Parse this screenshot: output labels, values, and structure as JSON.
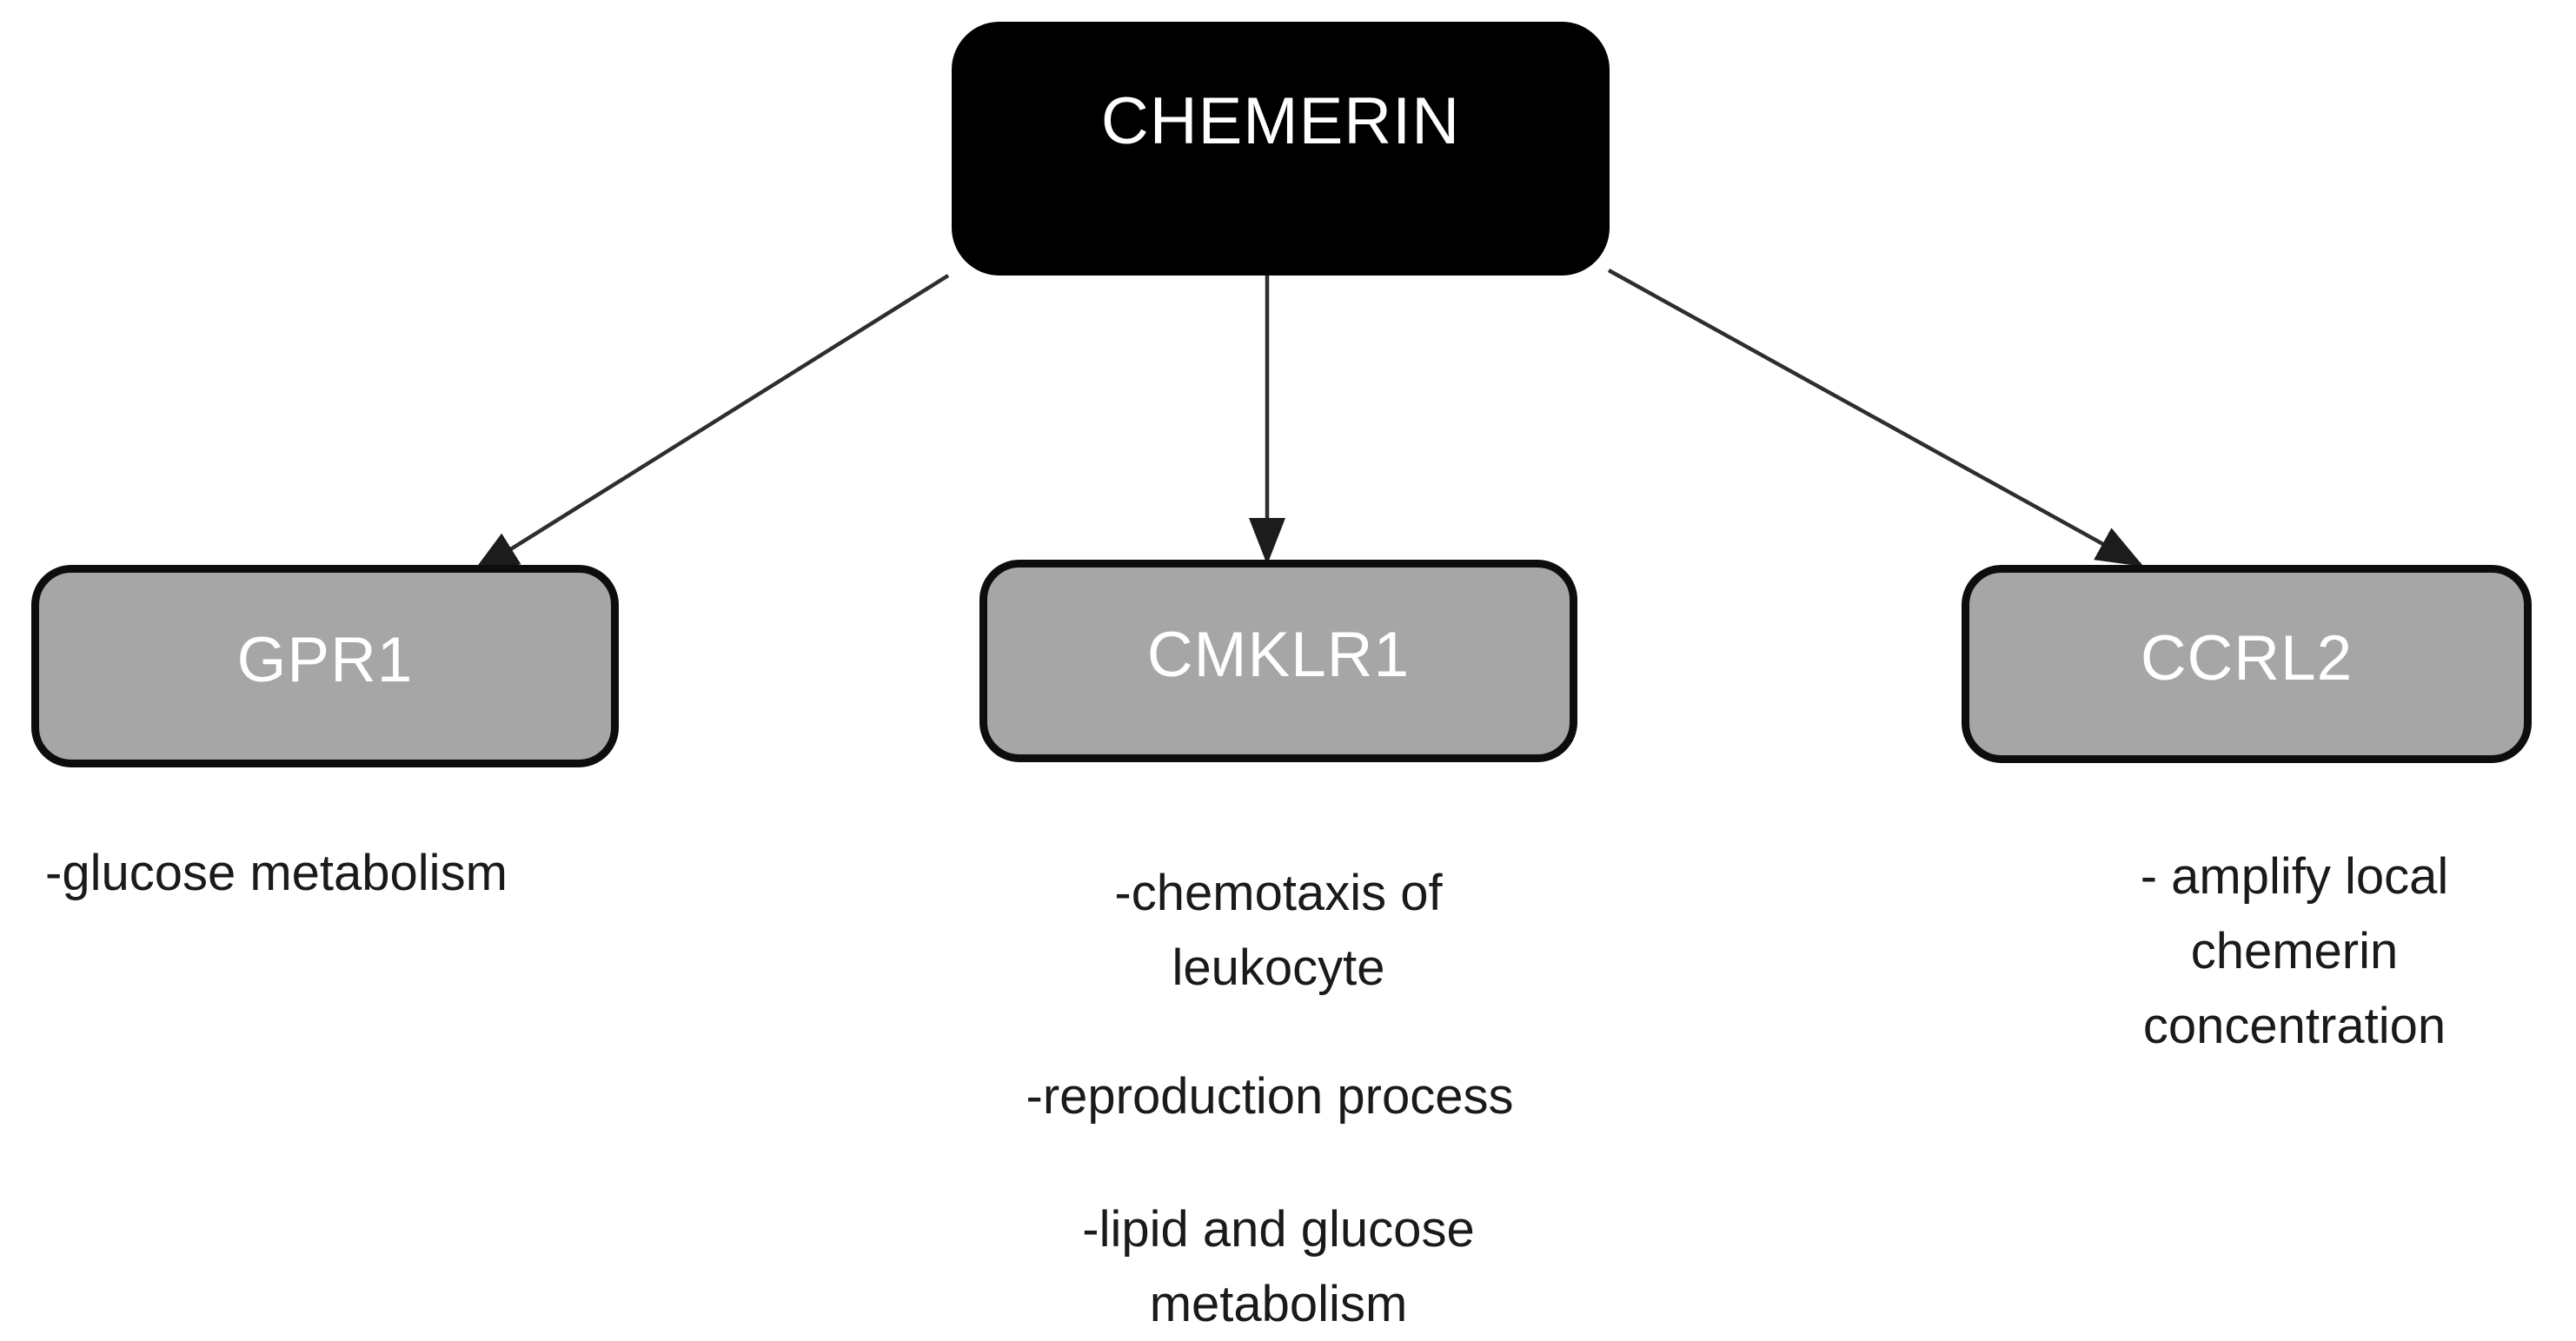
{
  "figure": {
    "root": {
      "label": "CHEMERIN"
    },
    "receptors": [
      {
        "label": "GPR1",
        "notes": [
          "-glucose metabolism"
        ]
      },
      {
        "label": "CMKLR1",
        "notes": [
          "-chemotaxis of\nleukocyte",
          "-reproduction process",
          "-lipid and glucose\nmetabolism"
        ]
      },
      {
        "label": "CCRL2",
        "notes": [
          "- amplify local\nchemerin\nconcentration"
        ]
      }
    ],
    "connections": [
      {
        "from": "CHEMERIN",
        "to": "GPR1"
      },
      {
        "from": "CHEMERIN",
        "to": "CMKLR1"
      },
      {
        "from": "CHEMERIN",
        "to": "CCRL2"
      }
    ],
    "colors": {
      "background": "#ffffff",
      "root_fill": "#000000",
      "root_text": "#ffffff",
      "receptor_fill": "#a6a6a6",
      "receptor_border": "#0d0d0d",
      "receptor_text": "#ffffff",
      "note_text": "#1a1a1a",
      "arrow": "#2e2e2e"
    }
  }
}
